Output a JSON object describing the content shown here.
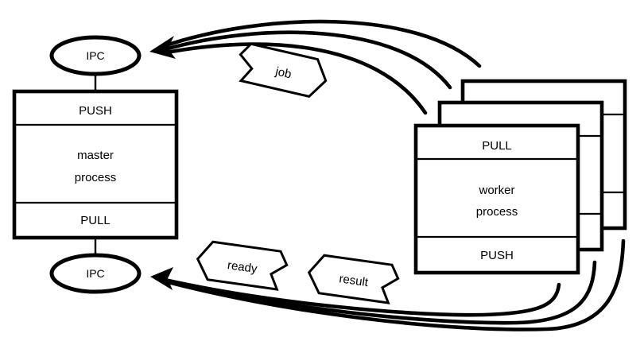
{
  "title": "master-worker push-pull pipeline diagram",
  "colors": {
    "background": "#ffffff",
    "line": "#000000",
    "shape_fill": "#ffffff"
  },
  "master": {
    "top_endpoint": "IPC",
    "top_socket": "PUSH",
    "title_lines": [
      "master",
      "process"
    ],
    "bottom_socket": "PULL",
    "bottom_endpoint": "IPC"
  },
  "worker": {
    "instances": 3,
    "top_socket": "PULL",
    "title_lines": [
      "worker",
      "process"
    ],
    "bottom_socket": "PUSH"
  },
  "messages": {
    "job": "job",
    "ready": "ready",
    "result": "result"
  }
}
